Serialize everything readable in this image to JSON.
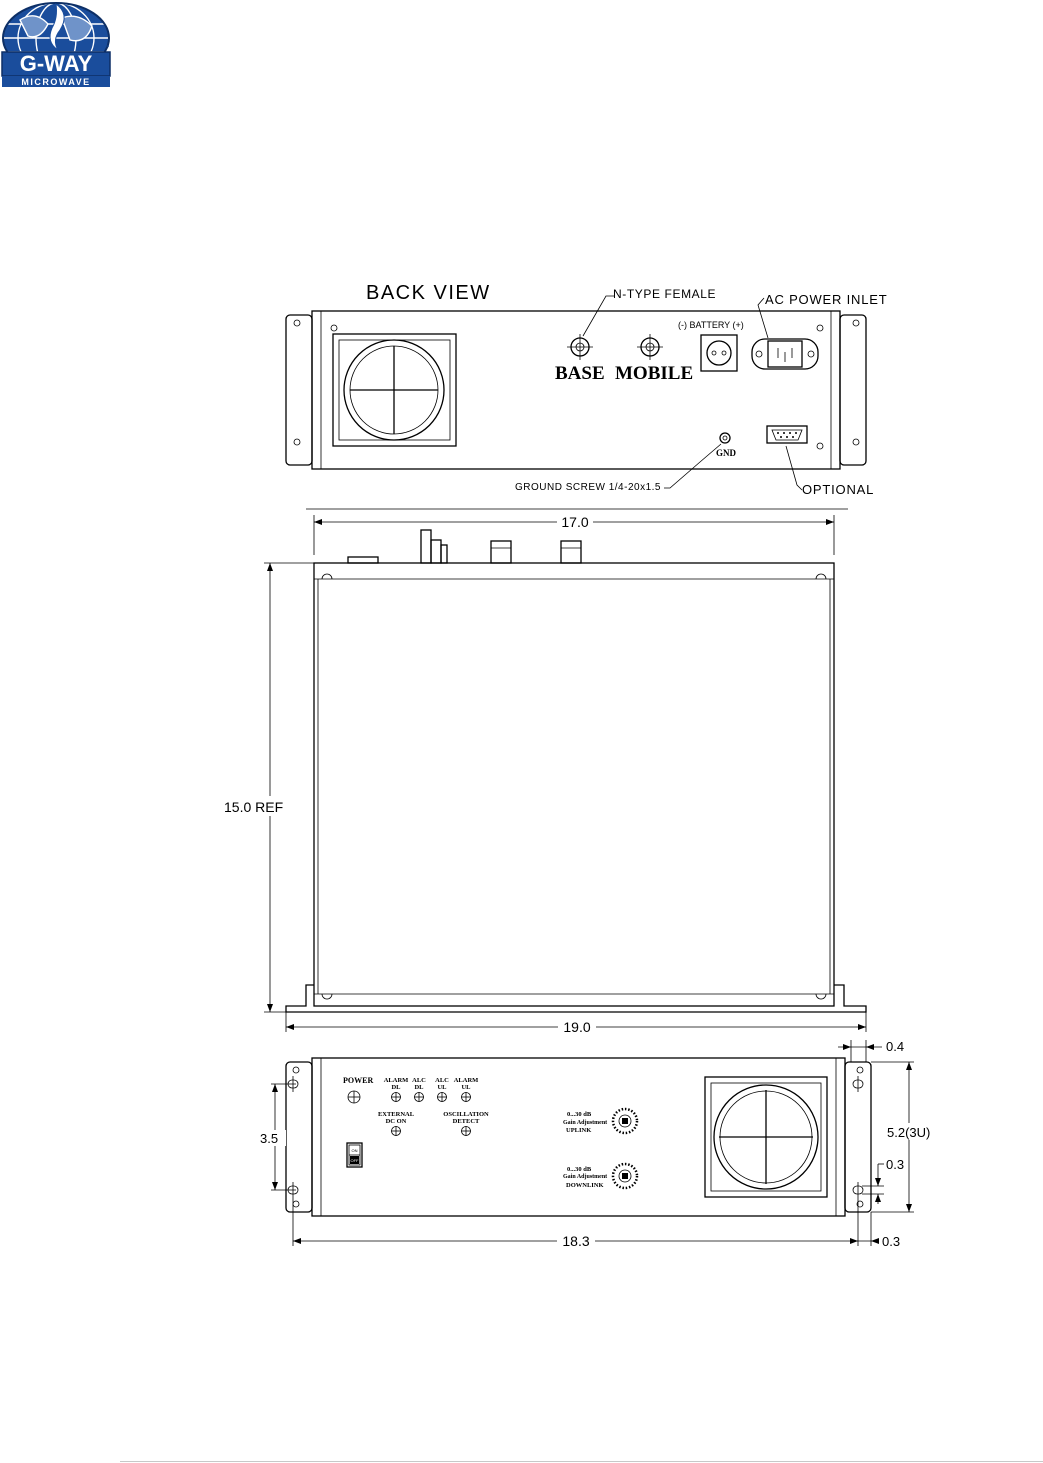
{
  "logo": {
    "line1": "G-WAY",
    "line2": "MICROWAVE",
    "mark": "™"
  },
  "back_view": {
    "title": "BACK VIEW",
    "n_type_female": "N-TYPE FEMALE",
    "ac_power_inlet": "AC POWER INLET",
    "battery": "(-) BATTERY (+)",
    "base": "BASE",
    "mobile": "MOBILE",
    "gnd": "GND",
    "ground_screw": "GROUND SCREW 1/4-20x1.5",
    "optional": "OPTIONAL"
  },
  "top_view": {
    "width_dim": "17.0",
    "depth_dim": "15.0 REF",
    "overall_dim": "19.0"
  },
  "front_view": {
    "power": "POWER",
    "alarm_dl_1": "ALARM",
    "alarm_dl_2": "DL",
    "alc_dl_1": "ALC",
    "alc_dl_2": "DL",
    "alc_ul_1": "ALC",
    "alc_ul_2": "UL",
    "alarm_ul_1": "ALARM",
    "alarm_ul_2": "UL",
    "external_1": "EXTERNAL",
    "external_2": "DC ON",
    "oscillation_1": "OSCILLATION",
    "oscillation_2": "DETECT",
    "switch_on": "ON",
    "switch_off": "OFF",
    "uplink_range": "0...30 dB",
    "uplink_gain": "Gain Adjustment",
    "uplink": "UPLINK",
    "downlink_range": "0...30 dB",
    "downlink_gain": "Gain Adjustment",
    "downlink": "DOWNLINK",
    "dim_3_5": "3.5",
    "dim_0_4": "0.4",
    "dim_5_2": "5.2(3U)",
    "dim_0_3_side": "0.3",
    "dim_18_3": "18.3",
    "dim_0_3_bottom": "0.3"
  }
}
